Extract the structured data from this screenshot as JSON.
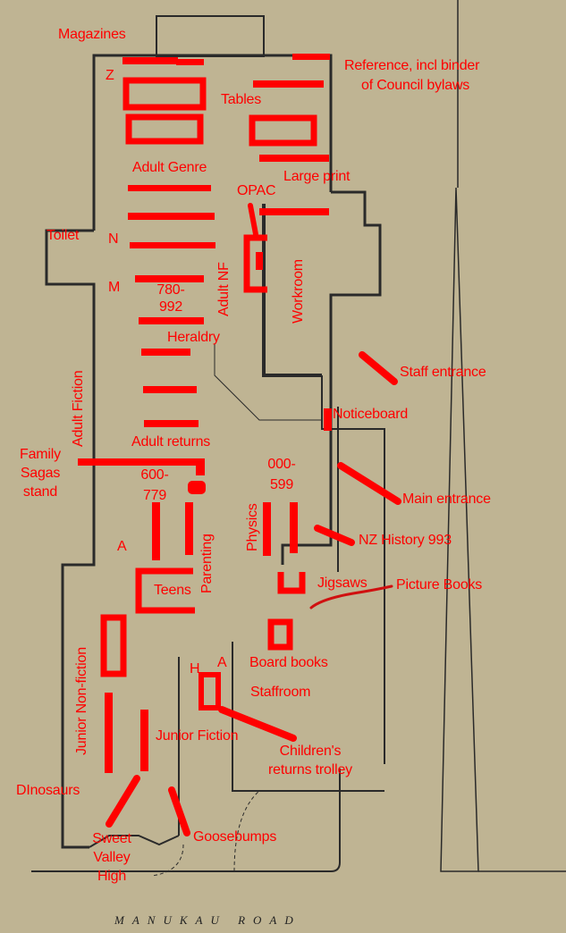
{
  "title": "Library floor plan with annotated collection locations",
  "colors": {
    "annotation": "#ff0000",
    "paper": "#bfb493",
    "ink": "#2a2a2a"
  },
  "labels": {
    "magazines": "Magazines",
    "z": "Z",
    "reference_1": "Reference, incl  binder",
    "reference_2": "of Council bylaws",
    "tables": "Tables",
    "adult_genre": "Adult Genre",
    "large_print": "Large print",
    "opac": "OPAC",
    "toilet": "Toilet",
    "n": "N",
    "m": "M",
    "range_780_1": "780-",
    "range_780_2": "992",
    "adult_nf": "Adult NF",
    "workroom": "Workroom",
    "heraldry": "Heraldry",
    "staff_entrance": "Staff entrance",
    "adult_fiction": "Adult Fiction",
    "noticeboard": "Noticeboard",
    "adult_returns": "Adult returns",
    "family_1": "Family",
    "family_2": "Sagas",
    "family_3": "stand",
    "range_600_1": "600-",
    "range_600_2": "779",
    "range_000_1": "000-",
    "range_000_2": "599",
    "main_entrance": "Main entrance",
    "physics": "Physics",
    "parenting": "Parenting",
    "nz_history": "NZ History 993",
    "a_upper": "A",
    "jigsaws": "Jigsaws",
    "picture_books": "Picture Books",
    "teens": "Teens",
    "junior_nonfiction": "Junior Non-fiction",
    "board_books": "Board books",
    "h": "H",
    "a_lower": "A",
    "staffroom": "Staffroom",
    "junior_fiction": "Junior Fiction",
    "childrens_1": "Children's",
    "childrens_2": "returns trolley",
    "dinosaurs": "DInosaurs",
    "svh_1": "Sweet",
    "svh_2": "Valley",
    "svh_3": "High",
    "goosebumps": "Goosebumps"
  },
  "street": "MANUKAU ROAD"
}
